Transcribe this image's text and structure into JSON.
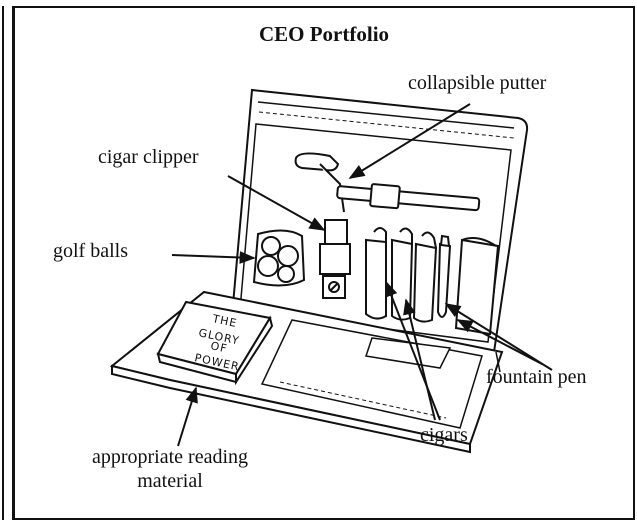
{
  "title": "CEO Portfolio",
  "labels": {
    "collapsible_putter": "collapsible putter",
    "cigar_clipper": "cigar clipper",
    "golf_balls": "golf balls",
    "fountain_pen": "fountain pen",
    "cigars": "cigars",
    "reading_line1": "appropriate reading",
    "reading_line2": "material"
  },
  "book": {
    "line1": "THE",
    "line2": "GLORY",
    "line3": "OF",
    "line4": "POWER"
  }
}
